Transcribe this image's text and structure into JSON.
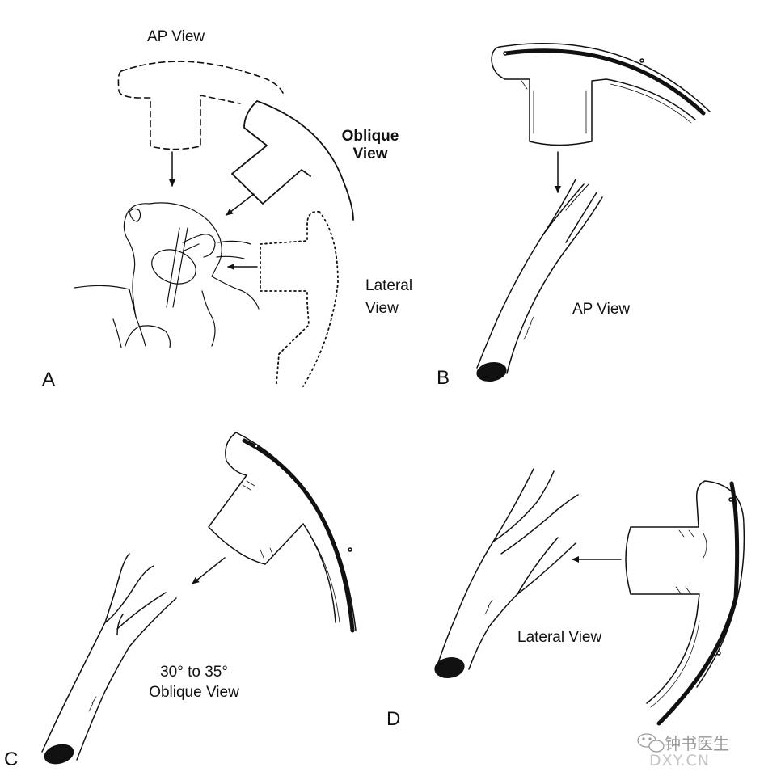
{
  "panel_a": {
    "letter": "A",
    "ap_view": "AP View",
    "oblique_view": "Oblique\nView",
    "lateral_view": "Lateral\nView"
  },
  "panel_b": {
    "letter": "B",
    "ap_view": "AP View"
  },
  "panel_c": {
    "letter": "C",
    "oblique_view": "30° to 35°\nOblique View"
  },
  "panel_d": {
    "letter": "D",
    "lateral_view": "Lateral View"
  },
  "watermark": {
    "name": "钟书医生",
    "site": "DXY.CN"
  }
}
